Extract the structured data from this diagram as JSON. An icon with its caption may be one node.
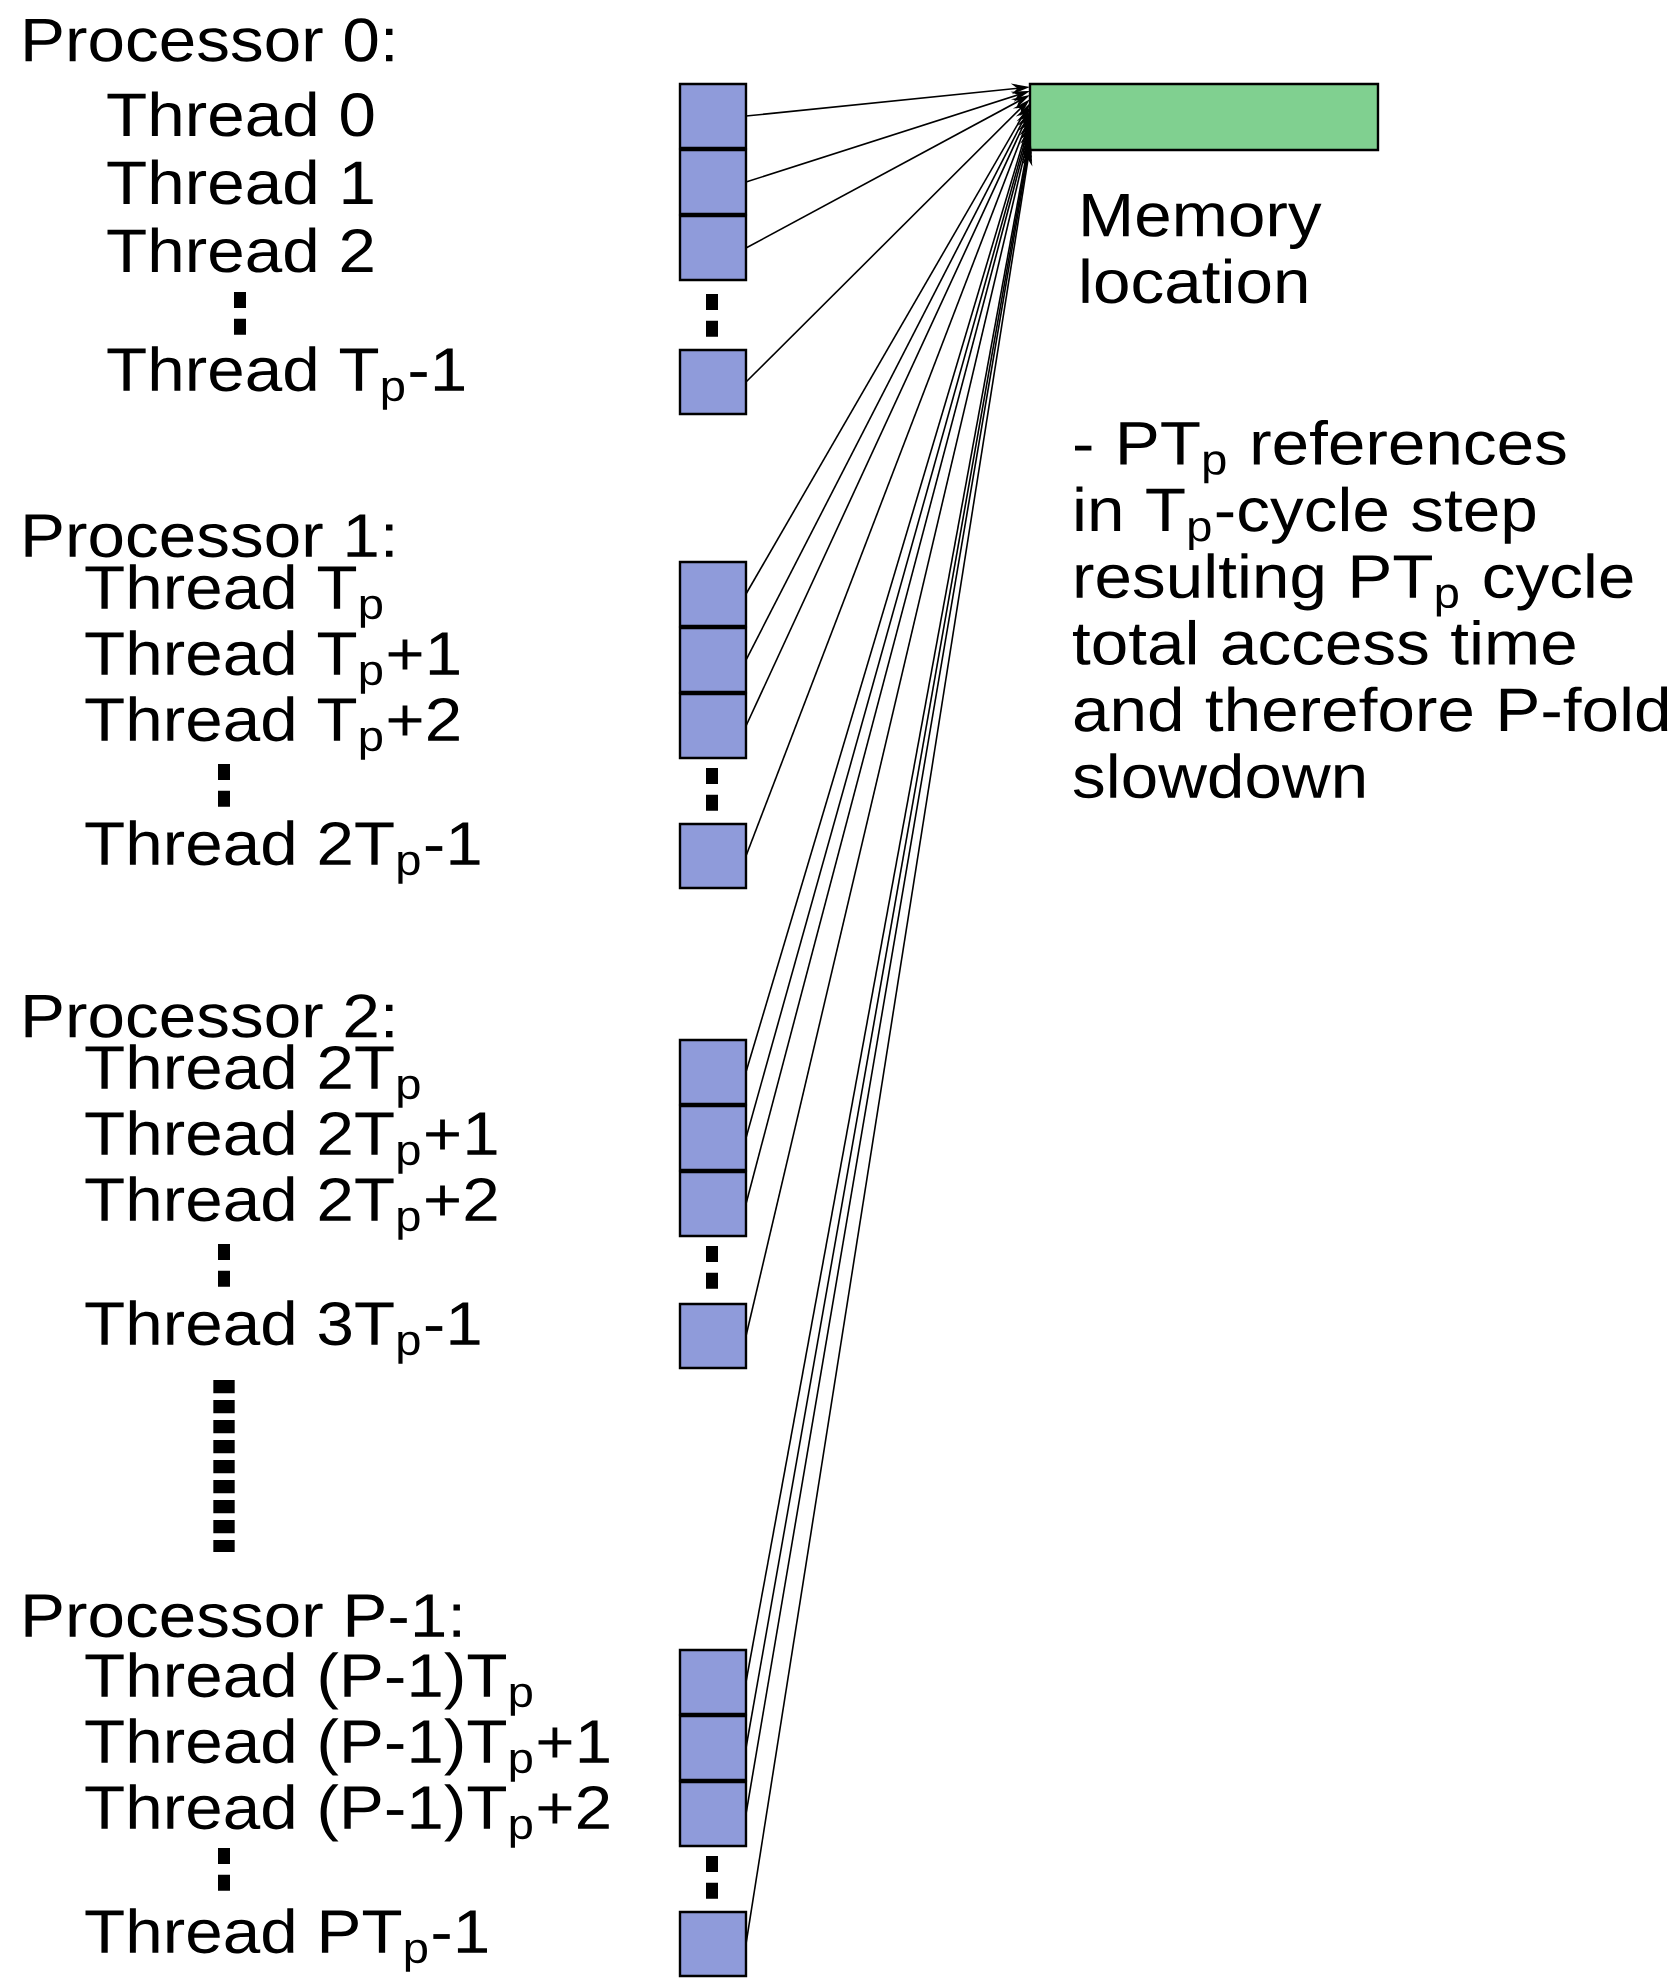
{
  "diagram": {
    "nodes": [
      {
        "text": [],
        "shape": "box",
        "beside": [
          "Memory location"
        ]
      },
      {
        "text": [],
        "shape": "box"
      },
      {
        "text": [],
        "shape": "box"
      },
      {
        "text": [],
        "shape": "box"
      },
      {
        "text": [],
        "shape": "box"
      },
      {
        "text": [],
        "shape": "box"
      },
      {
        "text": [],
        "shape": "box"
      },
      {
        "text": [],
        "shape": "box"
      },
      {
        "text": [],
        "shape": "box"
      },
      {
        "text": [],
        "shape": "box"
      },
      {
        "text": [],
        "shape": "box"
      },
      {
        "text": [],
        "shape": "box"
      },
      {
        "text": [],
        "shape": "box"
      },
      {
        "text": [],
        "shape": "box"
      },
      {
        "text": [],
        "shape": "box"
      },
      {
        "text": [],
        "shape": "box"
      },
      {
        "text": [],
        "shape": "box"
      }
    ],
    "edges": [
      {
        "from": 1,
        "to": 0,
        "arrow": "to"
      },
      {
        "from": 2,
        "to": 0,
        "arrow": "to"
      },
      {
        "from": 3,
        "to": 0,
        "arrow": "to"
      },
      {
        "from": 4,
        "to": 0,
        "arrow": "to"
      },
      {
        "from": 5,
        "to": 0,
        "arrow": "to"
      },
      {
        "from": 6,
        "to": 0,
        "arrow": "to"
      },
      {
        "from": 7,
        "to": 0,
        "arrow": "to"
      },
      {
        "from": 8,
        "to": 0,
        "arrow": "to"
      },
      {
        "from": 9,
        "to": 0,
        "arrow": "to"
      },
      {
        "from": 10,
        "to": 0,
        "arrow": "to"
      },
      {
        "from": 11,
        "to": 0,
        "arrow": "to"
      },
      {
        "from": 12,
        "to": 0,
        "arrow": "to"
      },
      {
        "from": 13,
        "to": 0,
        "arrow": "to"
      },
      {
        "from": 14,
        "to": 0,
        "arrow": "to"
      },
      {
        "from": 15,
        "to": 0,
        "arrow": "to"
      },
      {
        "from": 16,
        "to": 0,
        "arrow": "to"
      }
    ],
    "labels": [
      "Processor 0:",
      "Thread 0",
      "Thread 1",
      "Thread 2",
      "Thread T$_{p}$-1",
      "Processor 1:",
      "Thread T$_{p}$",
      "Thread T$_{p}$+1",
      "Thread T$_{p}$+2",
      "Thread 2T$_{p}$-1",
      "Processor 2:",
      "Thread 2T$_{p}$",
      "Thread 2T$_{p}$+1",
      "Thread 2T$_{p}$+2",
      "Thread 3T$_{p}$-1",
      "Processor P-1:",
      "Thread (P-1)T$_{p}$",
      "Thread (P-1)T$_{p}$+1",
      "Thread (P-1)T$_{p}$+2",
      "Thread PT$_{p}$-1",
      "- PT$_{p}$ references in T$_{p}$-cycle step resulting PT$_{p}$ cycle total access time and therefore P-fold slowdown"
    ]
  }
}
